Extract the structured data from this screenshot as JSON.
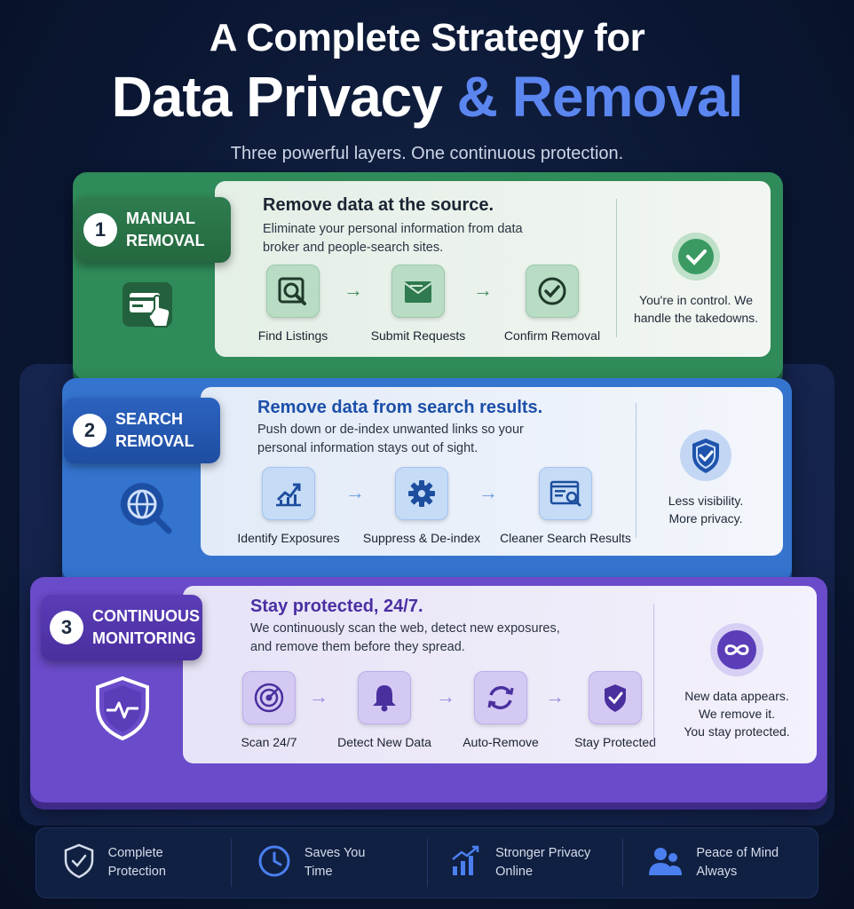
{
  "header": {
    "title_line1": "A Complete Strategy for",
    "title_line2_white": "Data Privacy",
    "title_line2_blue": "& Removal",
    "subtitle": "Three powerful layers. One continuous protection."
  },
  "layers": [
    {
      "number": "1",
      "badge_line1": "MANUAL",
      "badge_line2": "REMOVAL",
      "headline": "Remove data at the source.",
      "description": "Eliminate your personal information from data broker and people-search sites.",
      "steps": [
        "Find Listings",
        "Submit Requests",
        "Confirm Removal"
      ],
      "side_text": "You're in control. We handle the takedowns.",
      "icons": [
        "card-hand-icon",
        "magnifier-photo-icon",
        "form-icon",
        "check-circle-icon",
        "check-badge-icon"
      ],
      "accent": "#2f8b59"
    },
    {
      "number": "2",
      "badge_line1": "SEARCH",
      "badge_line2": "REMOVAL",
      "headline": "Remove data from search results.",
      "description": "Push down or de-index unwanted links so your personal information stays out of sight.",
      "steps": [
        "Identify Exposures",
        "Suppress & De-index",
        "Cleaner Search Results"
      ],
      "side_text_line1": "Less visibility.",
      "side_text_line2": "More privacy.",
      "icons": [
        "globe-search-icon",
        "chart-up-icon",
        "gear-icon",
        "browser-search-icon",
        "shield-check-icon"
      ],
      "accent": "#3474cf"
    },
    {
      "number": "3",
      "badge_line1": "CONTINUOUS",
      "badge_line2": "MONITORING",
      "headline": "Stay protected, 24/7.",
      "description": "We continuously scan the web, detect new exposures, and remove them before they spread.",
      "steps": [
        "Scan 24/7",
        "Detect New Data",
        "Auto-Remove",
        "Stay Protected"
      ],
      "side_text_line1": "New data appears.",
      "side_text_line2": "We remove it.",
      "side_text_line3": "You stay protected.",
      "icons": [
        "shield-pulse-icon",
        "radar-icon",
        "bell-icon",
        "refresh-icon",
        "shield-check-icon",
        "infinity-icon"
      ],
      "accent": "#6a4bc9"
    }
  ],
  "footer": [
    {
      "line1": "Complete",
      "line2": "Protection",
      "icon": "shield-check-icon"
    },
    {
      "line1": "Saves You",
      "line2": "Time",
      "icon": "clock-icon"
    },
    {
      "line1": "Stronger Privacy",
      "line2": "Online",
      "icon": "growth-chart-icon"
    },
    {
      "line1": "Peace of Mind",
      "line2": "Always",
      "icon": "users-icon"
    }
  ]
}
